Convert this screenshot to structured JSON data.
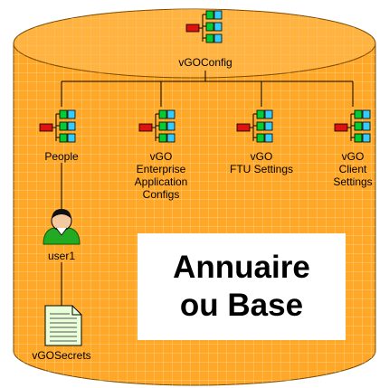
{
  "diagram": {
    "root": {
      "label": "vGOConfig"
    },
    "children": [
      {
        "lines": [
          "People"
        ]
      },
      {
        "lines": [
          "vGO",
          "Enterprise",
          "Application",
          "Configs"
        ]
      },
      {
        "lines": [
          "vGO",
          "FTU Settings"
        ]
      },
      {
        "lines": [
          "vGO",
          "Client",
          "Settings"
        ]
      }
    ],
    "user": {
      "label": "user1"
    },
    "secret": {
      "label": "vGOSecrets"
    },
    "banner": {
      "line1": "Annuaire",
      "line2": "ou Base"
    }
  },
  "colors": {
    "cylinder": "#ffa726",
    "cylinder_top": "#ffb340",
    "grid": "#ffcc80",
    "node_green": "#00cc33",
    "node_cyan": "#33ccff",
    "node_red": "#dd1111",
    "user_green": "#22aa22",
    "note": "#e8ffd8"
  }
}
